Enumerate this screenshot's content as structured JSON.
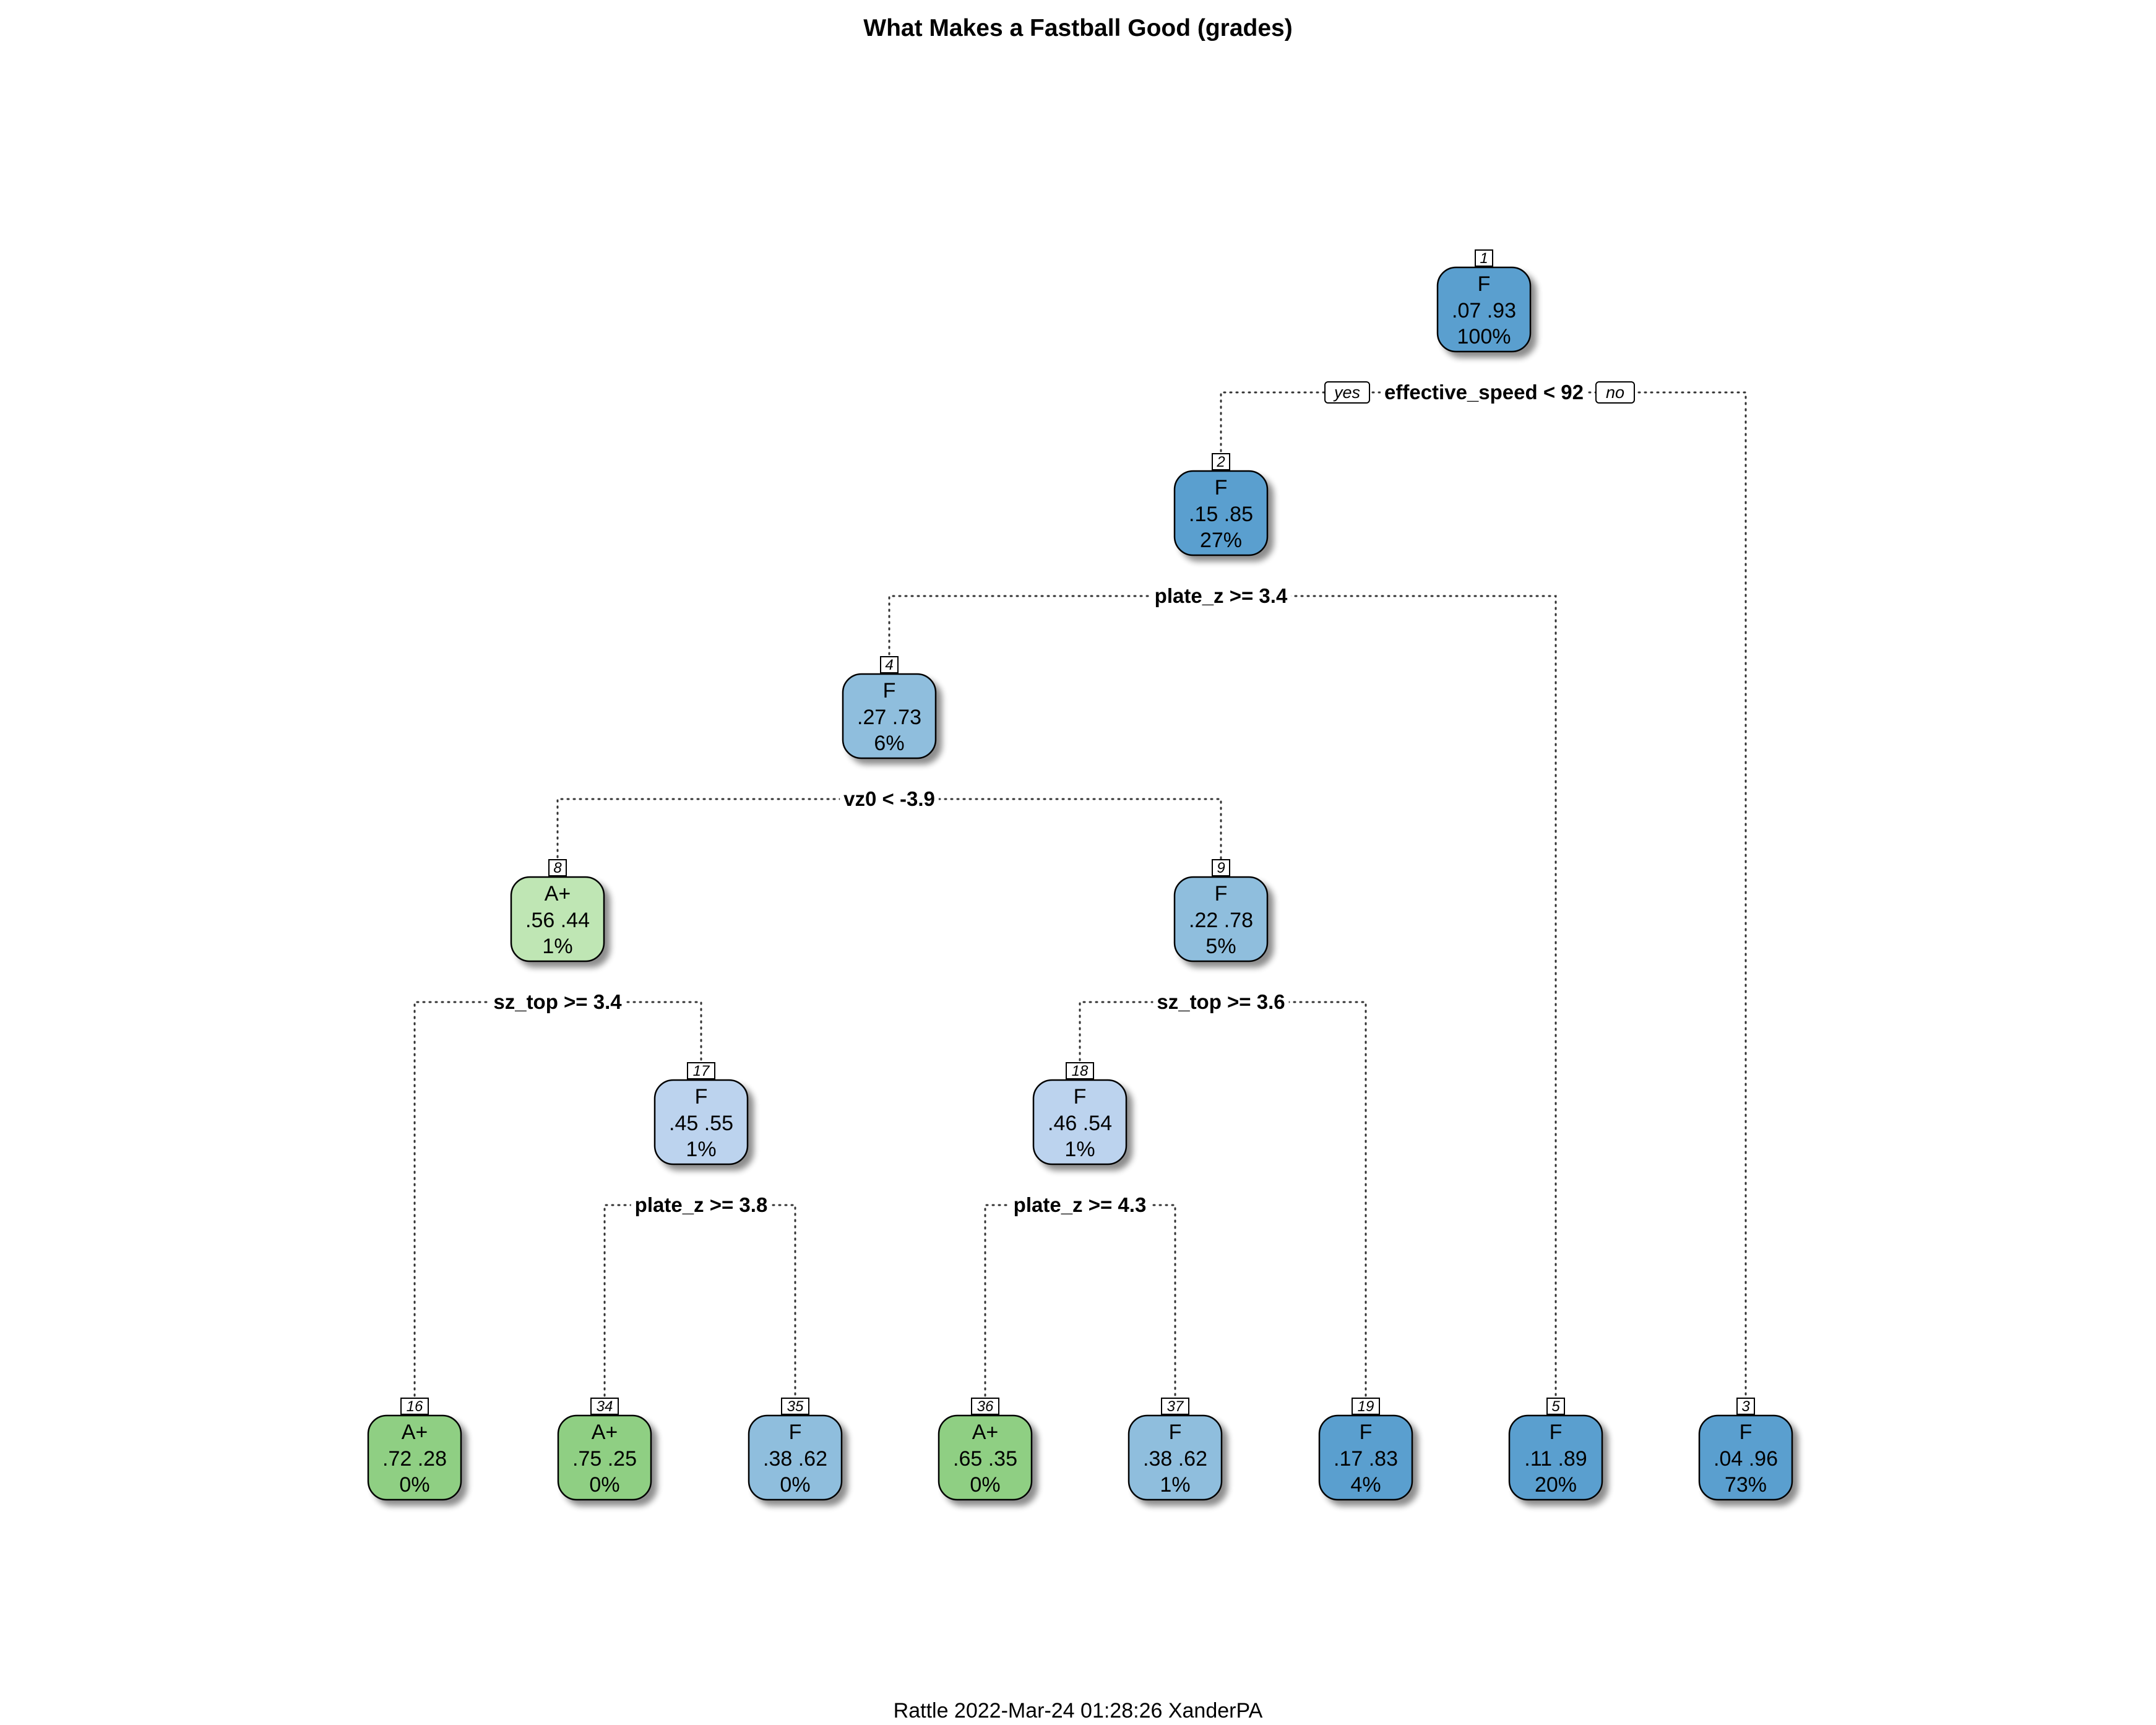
{
  "title": "What Makes a Fastball Good (grades)",
  "footer": "Rattle 2022-Mar-24 01:28:26 XanderPA",
  "colors": {
    "green_strong": "#8fcf83",
    "green_light": "#bfe6b4",
    "blue_strong": "#5a9fcf",
    "blue_mid": "#8fbedd",
    "blue_light": "#bcd3ee"
  },
  "edge_labels": {
    "yes": "yes",
    "no": "no"
  },
  "nodes": [
    {
      "id": "1",
      "class": "F",
      "probs": [
        ".07",
        ".93"
      ],
      "pct": "100%",
      "color": "blue_strong"
    },
    {
      "id": "2",
      "class": "F",
      "probs": [
        ".15",
        ".85"
      ],
      "pct": "27%",
      "color": "blue_strong"
    },
    {
      "id": "4",
      "class": "F",
      "probs": [
        ".27",
        ".73"
      ],
      "pct": "6%",
      "color": "blue_mid"
    },
    {
      "id": "8",
      "class": "A+",
      "probs": [
        ".56",
        ".44"
      ],
      "pct": "1%",
      "color": "green_light"
    },
    {
      "id": "9",
      "class": "F",
      "probs": [
        ".22",
        ".78"
      ],
      "pct": "5%",
      "color": "blue_mid"
    },
    {
      "id": "17",
      "class": "F",
      "probs": [
        ".45",
        ".55"
      ],
      "pct": "1%",
      "color": "blue_light"
    },
    {
      "id": "18",
      "class": "F",
      "probs": [
        ".46",
        ".54"
      ],
      "pct": "1%",
      "color": "blue_light"
    },
    {
      "id": "16",
      "class": "A+",
      "probs": [
        ".72",
        ".28"
      ],
      "pct": "0%",
      "color": "green_strong"
    },
    {
      "id": "34",
      "class": "A+",
      "probs": [
        ".75",
        ".25"
      ],
      "pct": "0%",
      "color": "green_strong"
    },
    {
      "id": "35",
      "class": "F",
      "probs": [
        ".38",
        ".62"
      ],
      "pct": "0%",
      "color": "blue_mid"
    },
    {
      "id": "36",
      "class": "A+",
      "probs": [
        ".65",
        ".35"
      ],
      "pct": "0%",
      "color": "green_strong"
    },
    {
      "id": "37",
      "class": "F",
      "probs": [
        ".38",
        ".62"
      ],
      "pct": "1%",
      "color": "blue_mid"
    },
    {
      "id": "19",
      "class": "F",
      "probs": [
        ".17",
        ".83"
      ],
      "pct": "4%",
      "color": "blue_strong"
    },
    {
      "id": "5",
      "class": "F",
      "probs": [
        ".11",
        ".89"
      ],
      "pct": "20%",
      "color": "blue_strong"
    },
    {
      "id": "3",
      "class": "F",
      "probs": [
        ".04",
        ".96"
      ],
      "pct": "73%",
      "color": "blue_strong"
    }
  ],
  "splits": [
    {
      "node": "1",
      "label": "effective_speed < 92",
      "left": "2",
      "right": "3"
    },
    {
      "node": "2",
      "label": "plate_z >= 3.4",
      "left": "4",
      "right": "5"
    },
    {
      "node": "4",
      "label": "vz0 < -3.9",
      "left": "8",
      "right": "9"
    },
    {
      "node": "8",
      "label": "sz_top >= 3.4",
      "left": "16",
      "right": "17"
    },
    {
      "node": "9",
      "label": "sz_top >= 3.6",
      "left": "18",
      "right": "19"
    },
    {
      "node": "17",
      "label": "plate_z >= 3.8",
      "left": "34",
      "right": "35"
    },
    {
      "node": "18",
      "label": "plate_z >= 4.3",
      "left": "36",
      "right": "37"
    }
  ]
}
